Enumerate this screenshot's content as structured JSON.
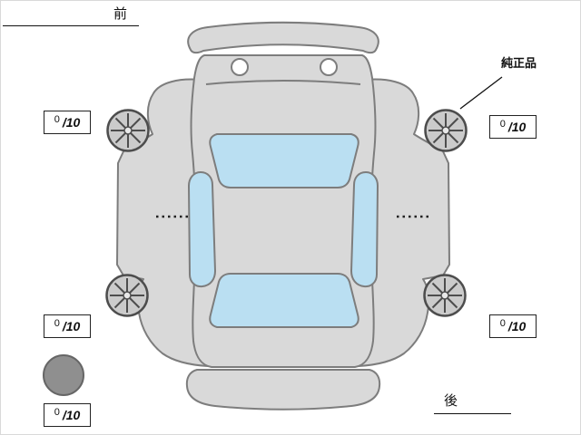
{
  "labels": {
    "front": "前",
    "rear": "後",
    "genuine_part": "純正品"
  },
  "tire_scores": {
    "front_left": {
      "value": "0",
      "max": "/10"
    },
    "front_right": {
      "value": "0",
      "max": "/10"
    },
    "rear_left": {
      "value": "0",
      "max": "/10"
    },
    "rear_right": {
      "value": "0",
      "max": "/10"
    },
    "spare": {
      "value": "0",
      "max": "/10"
    }
  },
  "colors": {
    "body": "#d9d9d9",
    "window": "#badff2",
    "outline": "#7d7d7d",
    "wheel_face": "#cbcbcb",
    "wheel_rim": "#4d4d4d",
    "spare_tire": "#8f8f8f",
    "text": "#111111"
  }
}
